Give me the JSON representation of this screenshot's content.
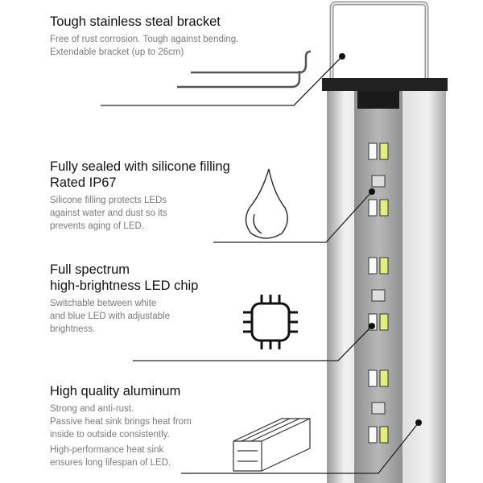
{
  "features": [
    {
      "title": [
        "Tough stainless steal bracket"
      ],
      "desc": [
        "Free of rust corrosion. Tough against bending.",
        "Extendable bracket (up to 26cm)"
      ],
      "icon": "bracket-icon"
    },
    {
      "title": [
        "Fully sealed with silicone filling",
        "Rated IP67"
      ],
      "desc": [
        "Silicone filling protects LEDs",
        "against water and dust so its",
        "prevents aging of LED."
      ],
      "icon": "water-drop-icon"
    },
    {
      "title": [
        "Full spectrum",
        "high-brightness LED chip"
      ],
      "desc": [
        "Switchable between white",
        "and blue LED with adjustable",
        "brightness."
      ],
      "icon": "chip-icon"
    },
    {
      "title": [
        "High quality aluminum"
      ],
      "desc": [
        "Strong and anti-rust.",
        "Passive heat sink brings heat from",
        "inside to outside consistently.",
        "High-performance heat sink",
        "ensures long lifespan of LED."
      ],
      "icon": "aluminum-profile-icon"
    }
  ]
}
